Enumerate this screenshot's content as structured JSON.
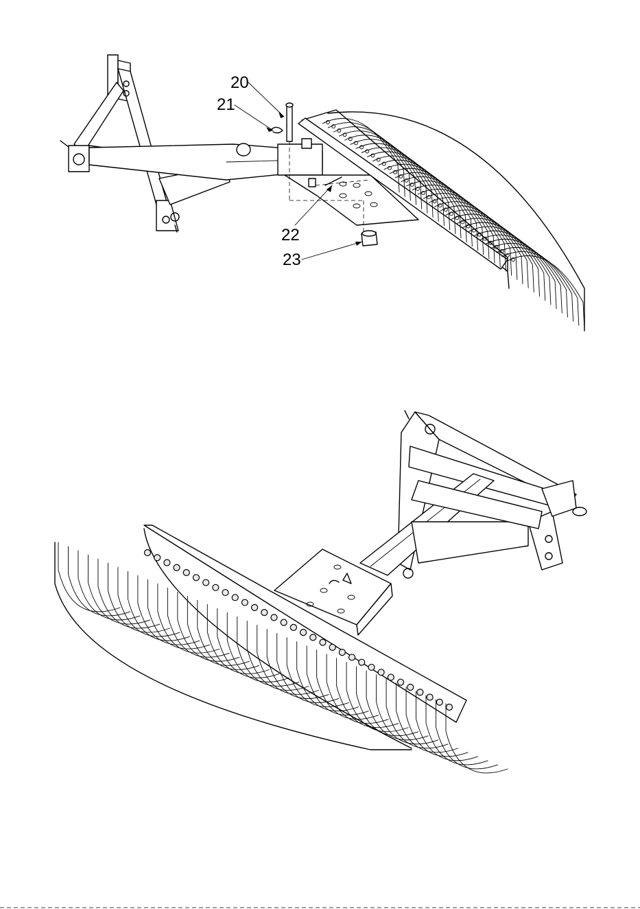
{
  "figures": [
    {
      "name": "exploded-assembly-view",
      "callouts": [
        {
          "label": "20",
          "part": "pin"
        },
        {
          "label": "21",
          "part": "r-clip"
        },
        {
          "label": "22",
          "part": "cotter-pin"
        },
        {
          "label": "23",
          "part": "castle-nut"
        }
      ]
    },
    {
      "name": "assembled-rake-view",
      "callouts": []
    }
  ]
}
